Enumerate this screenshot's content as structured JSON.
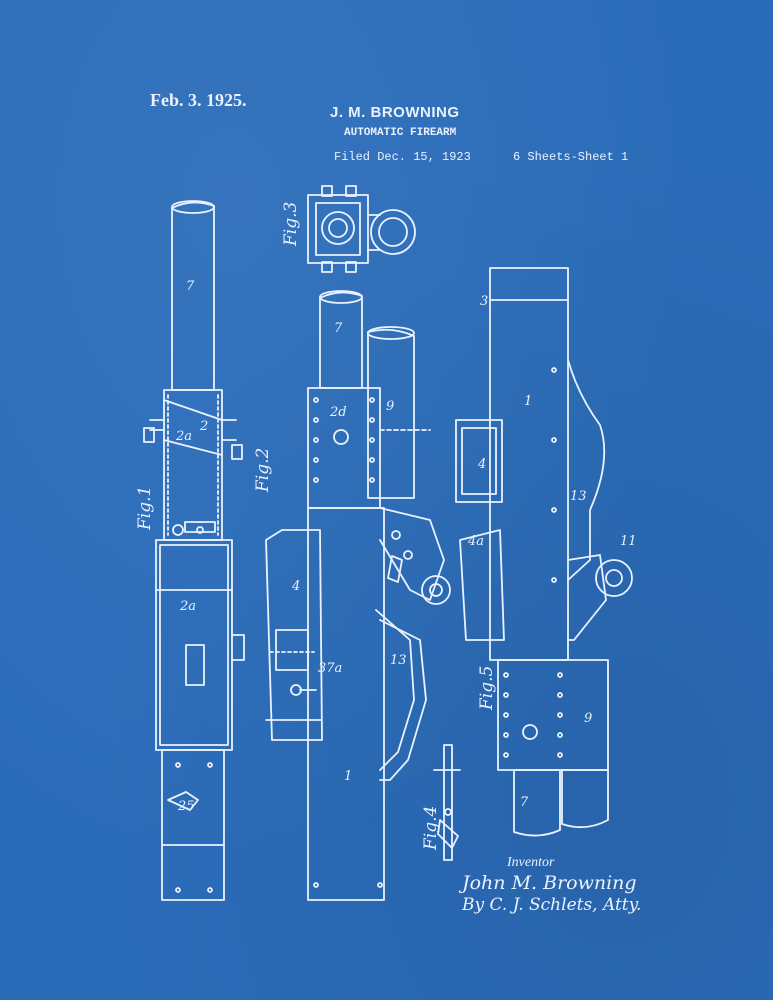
{
  "header": {
    "date": "Feb. 3. 1925.",
    "inventor_name": "J. M. BROWNING",
    "title": "AUTOMATIC FIREARM",
    "filed": "Filed Dec. 15, 1923",
    "sheets": "6 Sheets-Sheet 1"
  },
  "figures": {
    "fig1": "Fig.1",
    "fig2": "Fig.2",
    "fig3": "Fig.3",
    "fig4": "Fig.4",
    "fig5": "Fig.5"
  },
  "refs": {
    "barrel": "7",
    "receiver": "1",
    "part2": "2",
    "part2a": "2a",
    "part4": "4",
    "part9": "9",
    "part13": "13",
    "part3": "3",
    "part20": "2d",
    "part37": "37a",
    "part11": "11",
    "part25": "25",
    "part40": "4a"
  },
  "signature": {
    "label": "Inventor",
    "name": "John M. Browning",
    "attorney": "By C. J. Schlets, Atty."
  },
  "colors": {
    "background": "#2b6cb9",
    "ink": "#eaf2ff"
  }
}
